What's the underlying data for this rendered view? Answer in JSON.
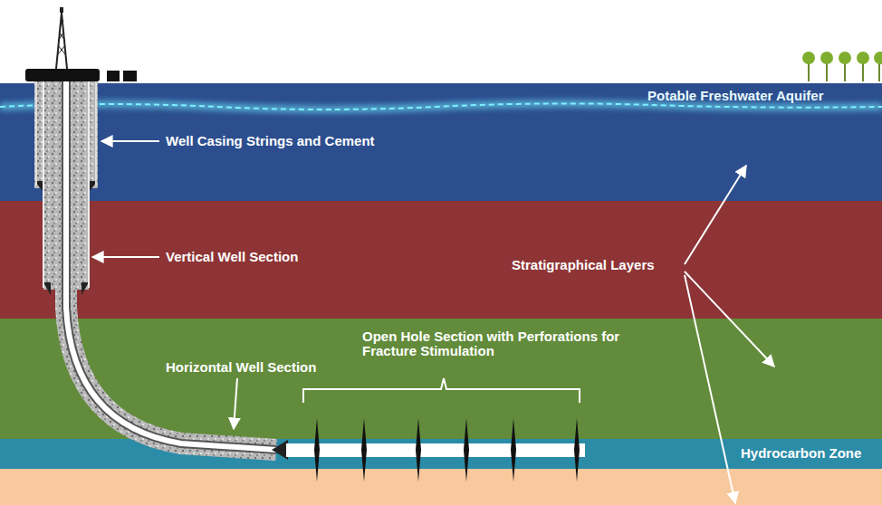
{
  "diagram": {
    "labels": [
      "Potable Freshwater Aquifer",
      "Well Casing Strings and Cement",
      "Vertical Well Section",
      "Stratigraphical Layers",
      "Open Hole Section with Perforations for Fracture Stimulation",
      "Horizontal Well Section",
      "Hydrocarbon Zone"
    ]
  }
}
